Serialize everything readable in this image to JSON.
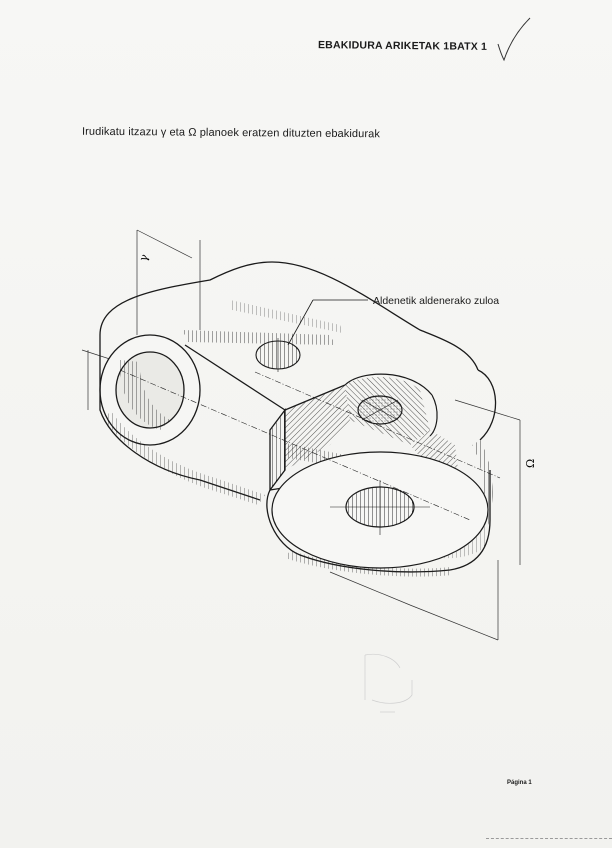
{
  "header": {
    "title": "EBAKIDURA ARIKETAK 1BATX 1"
  },
  "instruction": {
    "text": "Irudikatu itzazu γ eta Ω planoek eratzen dituzten ebakidurak"
  },
  "drawing": {
    "callout": "Aldenetik aldenerako zuloa",
    "plane_gamma_label": "γ",
    "plane_omega_label": "Ω"
  },
  "footer": {
    "page_label": "Página 1"
  },
  "colors": {
    "ink": "#1a1a1a",
    "paper": "#f4f4f2",
    "hatch": "#2a2a2a"
  }
}
